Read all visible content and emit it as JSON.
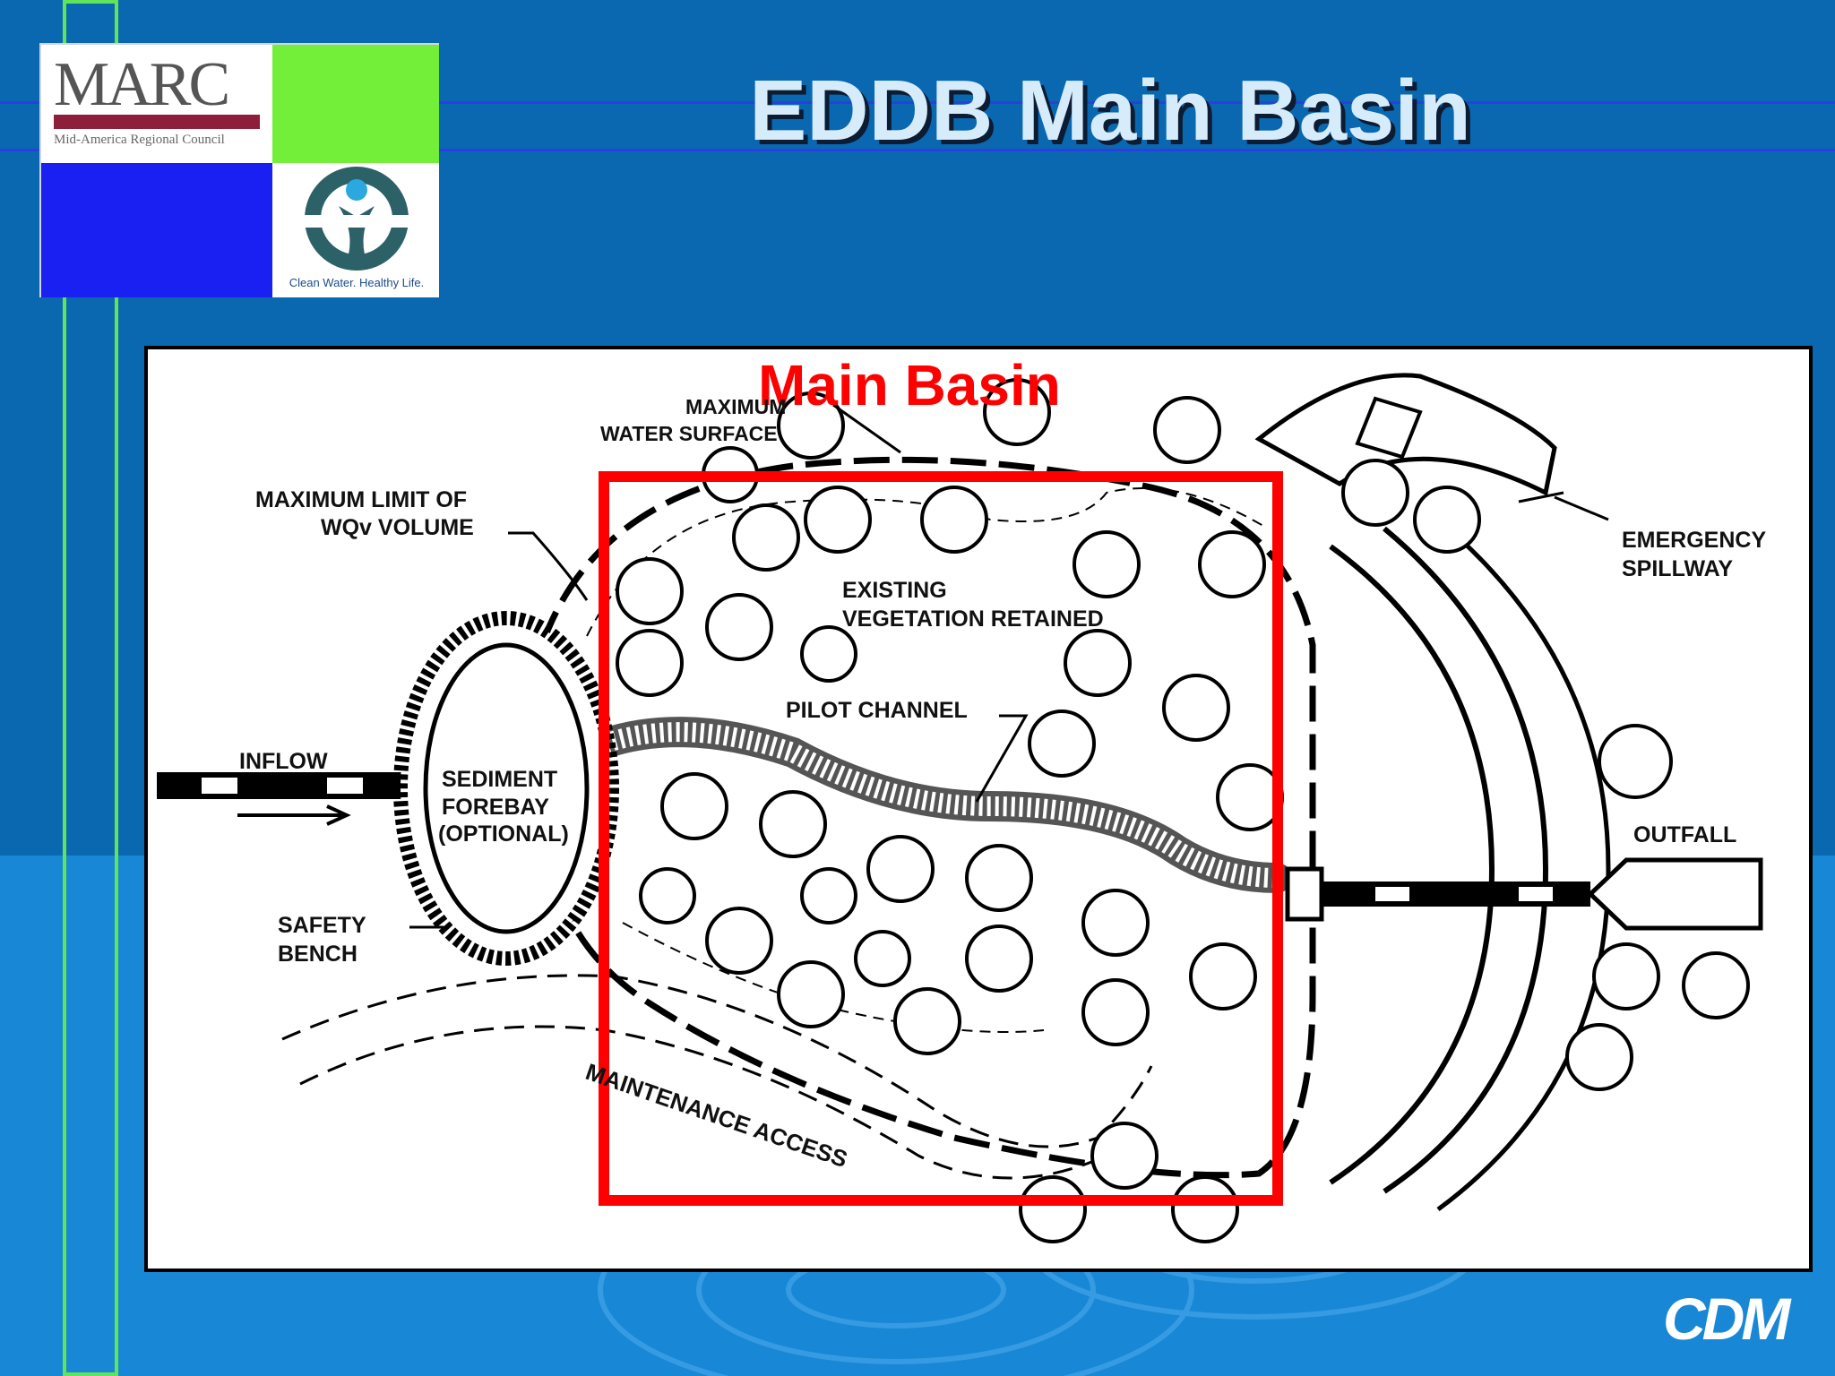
{
  "slide": {
    "title": "EDDB Main Basin",
    "footer_logo": "CDM"
  },
  "logos": {
    "marc_name": "MARC",
    "marc_full": "Mid-America Regional Council",
    "clean_water_tagline": "Clean Water. Healthy Life."
  },
  "diagram": {
    "highlight_caption": "Main Basin",
    "highlight_color": "#ff0000",
    "labels": {
      "max_water_surface_1": "MAXIMUM",
      "max_water_surface_2": "WATER SURFACE",
      "max_limit_1": "MAXIMUM LIMIT OF",
      "max_limit_2": "WQv VOLUME",
      "existing_veg_1": "EXISTING",
      "existing_veg_2": "VEGETATION RETAINED",
      "pilot_channel": "PILOT CHANNEL",
      "inflow": "INFLOW",
      "forebay_1": "SEDIMENT",
      "forebay_2": "FOREBAY",
      "forebay_3": "(OPTIONAL)",
      "safety_bench_1": "SAFETY",
      "safety_bench_2": "BENCH",
      "maintenance_access": "MAINTENANCE ACCESS",
      "emergency_1": "EMERGENCY",
      "emergency_2": "SPILLWAY",
      "outfall": "OUTFALL"
    }
  },
  "colors": {
    "background_top": "#0a68b0",
    "background_bottom": "#1887d6",
    "accent_green": "#5fe45a",
    "title_text": "#d6ecfb"
  }
}
